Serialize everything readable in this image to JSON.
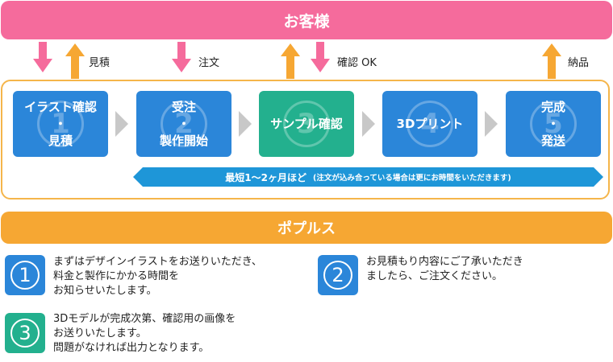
{
  "customer_bar": {
    "label": "お客様",
    "color": "#f56b9c"
  },
  "company_bar": {
    "label": "ポプルス",
    "color": "#f6a733"
  },
  "arrow_labels": {
    "estimate": "見積",
    "order": "注文",
    "confirm_ok": "確認 OK",
    "delivery": "納品"
  },
  "steps": [
    {
      "line1": "イラスト確認",
      "line2": "・",
      "line3": "見積",
      "number": "1",
      "color": "#2b86d9"
    },
    {
      "line1": "受注",
      "line2": "・",
      "line3": "製作開始",
      "number": "2",
      "color": "#2b86d9"
    },
    {
      "line1": "サンプル確認",
      "line2": "",
      "line3": "",
      "number": "3",
      "color": "#23b08e"
    },
    {
      "line1": "3Dプリント",
      "line2": "",
      "line3": "",
      "number": "4",
      "color": "#2b86d9"
    },
    {
      "line1": "完成",
      "line2": "・",
      "line3": "発送",
      "number": "5",
      "color": "#2b86d9"
    }
  ],
  "period": {
    "main": "最短1～2ヶ月ほど",
    "note": "(注文が込み合っている場合は更にお時間をいただきます)",
    "color": "#1e96d8"
  },
  "notes": [
    {
      "number": "1",
      "text": "まずはデザインイラストをお送りいただき、\n料金と製作にかかる時間を\nお知らせいたします。"
    },
    {
      "number": "2",
      "text": "お見積もり内容にご了承いただき\nましたら、ご注文ください。"
    },
    {
      "number": "3",
      "text": "3Dモデルが完成次第、確認用の画像を\nお送りいたします。\n問題がなければ出力となります。"
    }
  ],
  "colors": {
    "arrow_down": "#f56b9c",
    "arrow_up": "#f6a733",
    "frame": "#f5b54a",
    "chevron": "#c8c8c8"
  }
}
